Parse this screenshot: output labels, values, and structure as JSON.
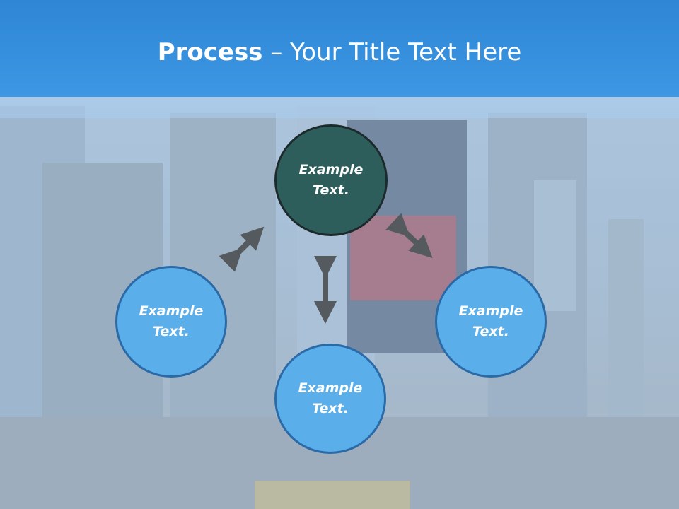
{
  "title": {
    "bold": "Process",
    "rest": " – Your Title Text Here"
  },
  "nodes": {
    "top": {
      "line1": "Example",
      "line2": "Text."
    },
    "left": {
      "line1": "Example",
      "line2": "Text."
    },
    "bottom": {
      "line1": "Example",
      "line2": "Text."
    },
    "right": {
      "line1": "Example",
      "line2": "Text."
    }
  },
  "colors": {
    "title_bar": "#2e86d4",
    "dark_circle": "#2e5e5c",
    "blue_circle": "#5aaeea",
    "arrow": "#555a5e"
  }
}
